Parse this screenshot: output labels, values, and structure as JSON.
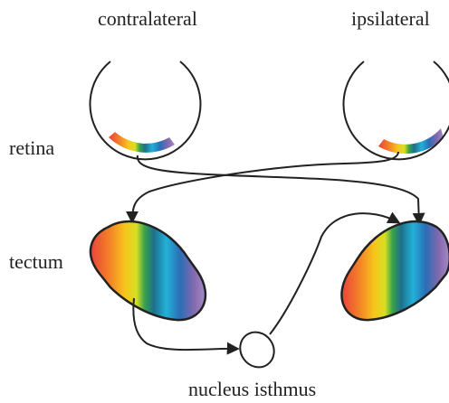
{
  "labels": {
    "contralateral": "contralateral",
    "ipsilateral": "ipsilateral",
    "retina": "retina",
    "tectum": "tectum",
    "nucleus_isthmus": "nucleus isthmus"
  },
  "colors": {
    "outline": "#222222",
    "spectrum": [
      "#e8433a",
      "#f37f28",
      "#f7c51c",
      "#d7df23",
      "#3aa34a",
      "#1e6f8c",
      "#23b1d8",
      "#2b6db6",
      "#8469ae",
      "#a68bc6"
    ]
  }
}
